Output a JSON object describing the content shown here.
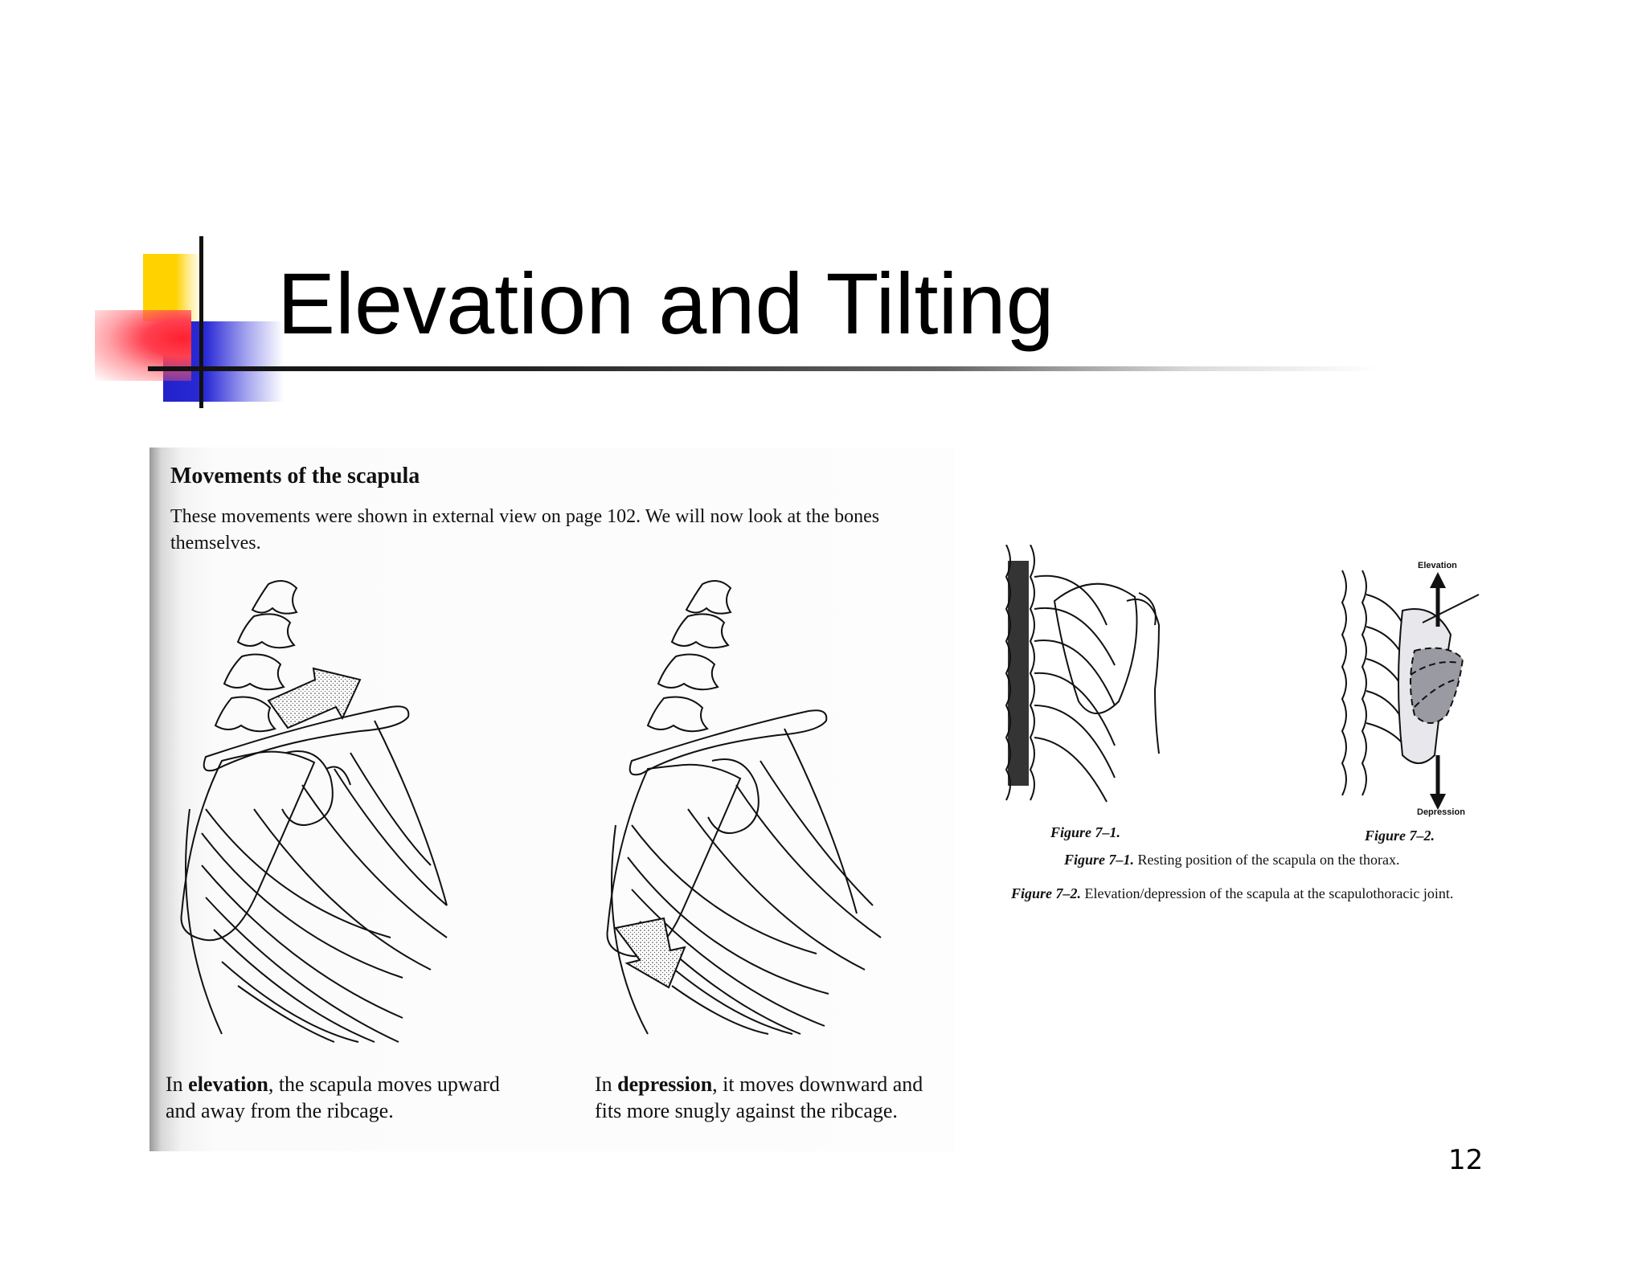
{
  "slide": {
    "title": "Elevation and Tilting",
    "page_number": "12"
  },
  "scan": {
    "heading": "Movements of the scapula",
    "intro": "These movements were shown in external view on page 102. We will now look at the bones themselves.",
    "elevation_caption": {
      "before": "In ",
      "term": "elevation",
      "after": ", the scapula moves upward and away from the ribcage."
    },
    "depression_caption": {
      "before": "In ",
      "term": "depression",
      "after": ", it moves downward and fits more snugly against the ribcage."
    }
  },
  "figures": {
    "elevation_arrow_label": "Elevation",
    "depression_arrow_label": "Depression",
    "fig1_label": "Figure 7–1.",
    "fig2_label": "Figure 7–2.",
    "fig1_caption": {
      "ref": "Figure 7–1.",
      "text": " Resting position of the scapula on the thorax."
    },
    "fig2_caption": {
      "ref": "Figure 7–2.",
      "text": " Elevation/depression of the scapula at the scapulothoracic joint."
    }
  },
  "colors": {
    "deco_yellow": "#ffd200",
    "deco_blue": "#2222cc",
    "deco_red": "#ff2030"
  }
}
